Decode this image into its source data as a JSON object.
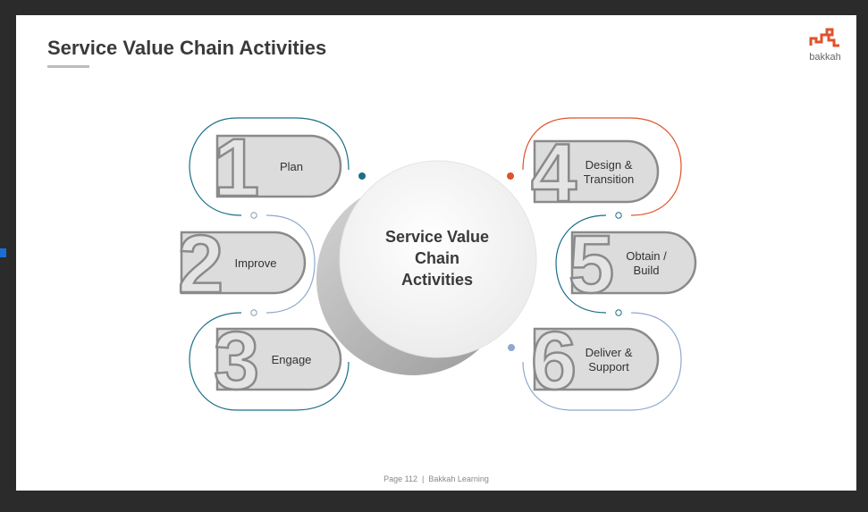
{
  "title": "Service Value Chain Activities",
  "logo": {
    "text": "bakkah"
  },
  "center": {
    "lines": [
      "Service Value",
      "Chain",
      "Activities"
    ]
  },
  "items": [
    {
      "number": "1",
      "lines": [
        "Plan"
      ]
    },
    {
      "number": "2",
      "lines": [
        "Improve"
      ]
    },
    {
      "number": "3",
      "lines": [
        "Engage"
      ]
    },
    {
      "number": "4",
      "lines": [
        "Design &",
        "Transition"
      ]
    },
    {
      "number": "5",
      "lines": [
        "Obtain /",
        "Build"
      ]
    },
    {
      "number": "6",
      "lines": [
        "Deliver &",
        "Support"
      ]
    }
  ],
  "colors": {
    "teal": "#1b6f86",
    "orange": "#e0512b",
    "lightblue": "#8fa8cf"
  },
  "footer": {
    "page": "Page 112",
    "sep": "|",
    "org": "Bakkah Learning"
  }
}
